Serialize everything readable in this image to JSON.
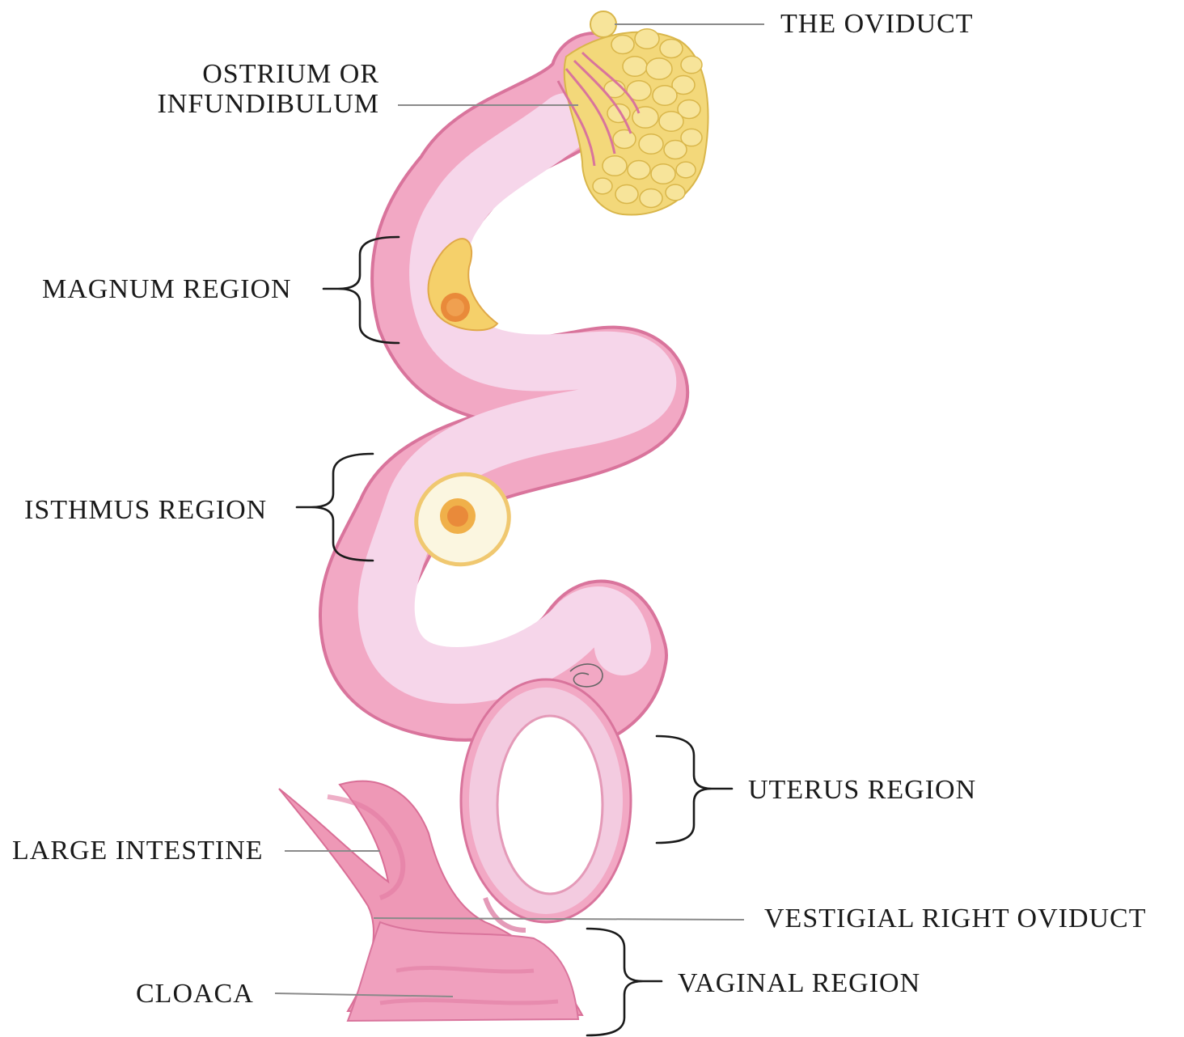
{
  "labels": {
    "oviduct": "THE OVIDUCT",
    "ostrium_line1": "OSTRIUM OR",
    "ostrium_line2": "INFUNDIBULUM",
    "magnum": "MAGNUM REGION",
    "isthmus": "ISTHMUS REGION",
    "uterus": "UTERUS REGION",
    "large_intestine": "LARGE INTESTINE",
    "vestigial": "VESTIGIAL RIGHT OVIDUCT",
    "cloaca": "CLOACA",
    "vaginal": "VAGINAL REGION"
  },
  "colors": {
    "tube_outer": "#f2a8c4",
    "tube_inner": "#f6d6ea",
    "tube_edge": "#d9749c",
    "ovary": "#f3d87a",
    "ovary_edge": "#d9b64a",
    "yolk": "#f0b04a",
    "yolk_center": "#e98a3a",
    "albumen": "#fbf6e0",
    "intestine": "#ee98b6",
    "leader": "#8a8a8a",
    "text": "#1a1a1a"
  }
}
